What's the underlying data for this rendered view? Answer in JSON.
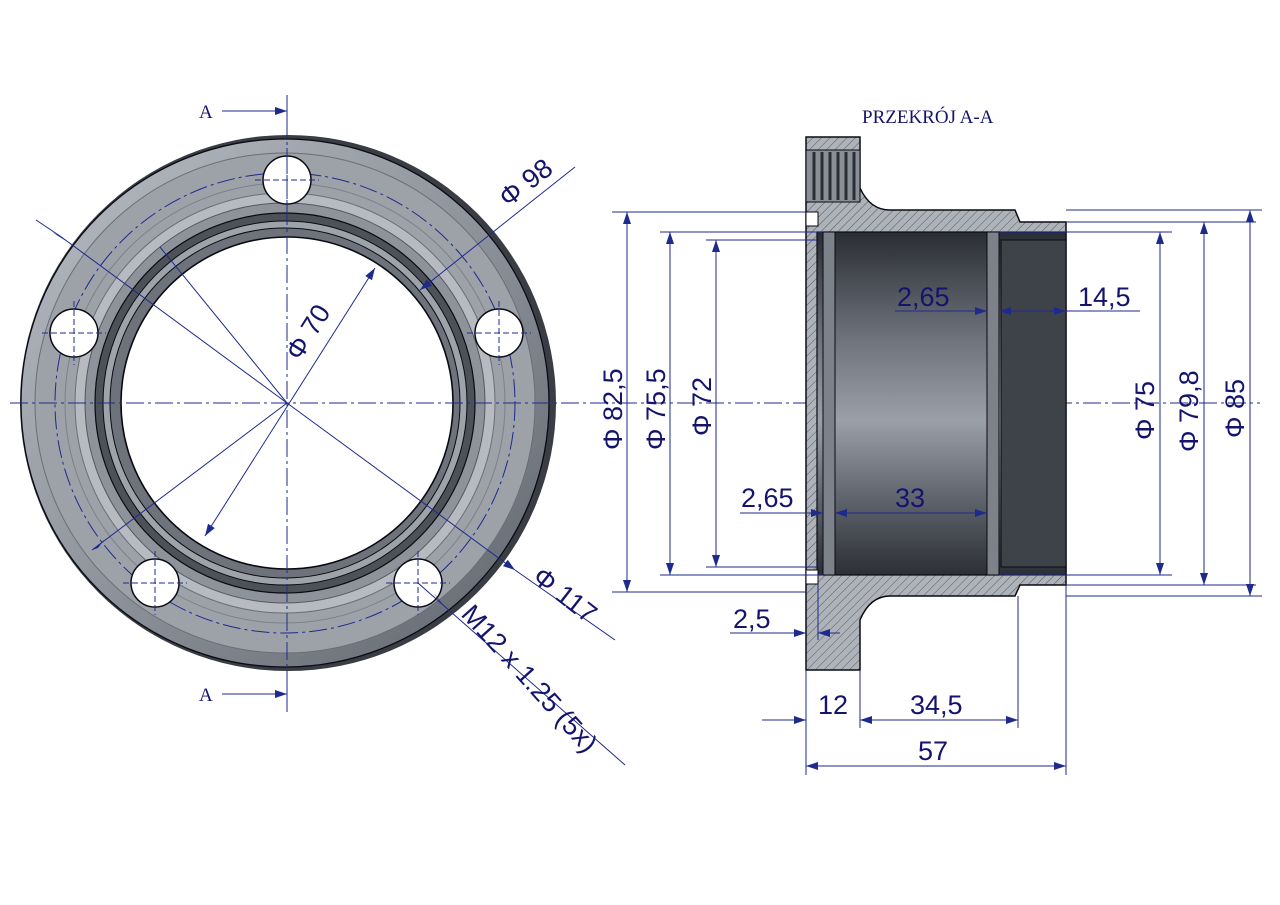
{
  "section_title": "PRZEKRÓJ A-A",
  "section_marker": "A",
  "front_view": {
    "dims": {
      "d98": "Φ 98",
      "d70": "Φ 70",
      "d117": "Φ 117",
      "thread": "M12 x 1.25 (5x)"
    }
  },
  "section_view": {
    "dims": {
      "d82_5": "Φ 82,5",
      "d75_5": "Φ 75,5",
      "d72": "Φ 72",
      "d75": "Φ 75",
      "d79_8": "Φ 79,8",
      "d85": "Φ 85",
      "g1": "2,65",
      "w14_5": "14,5",
      "g2": "2,65",
      "w33": "33",
      "w2_5": "2,5",
      "w12": "12",
      "w34_5": "34,5",
      "w57": "57"
    }
  },
  "colors": {
    "dimension": "#1e2a8c",
    "metal": "#8e939c",
    "hatch": "#6f7580"
  }
}
